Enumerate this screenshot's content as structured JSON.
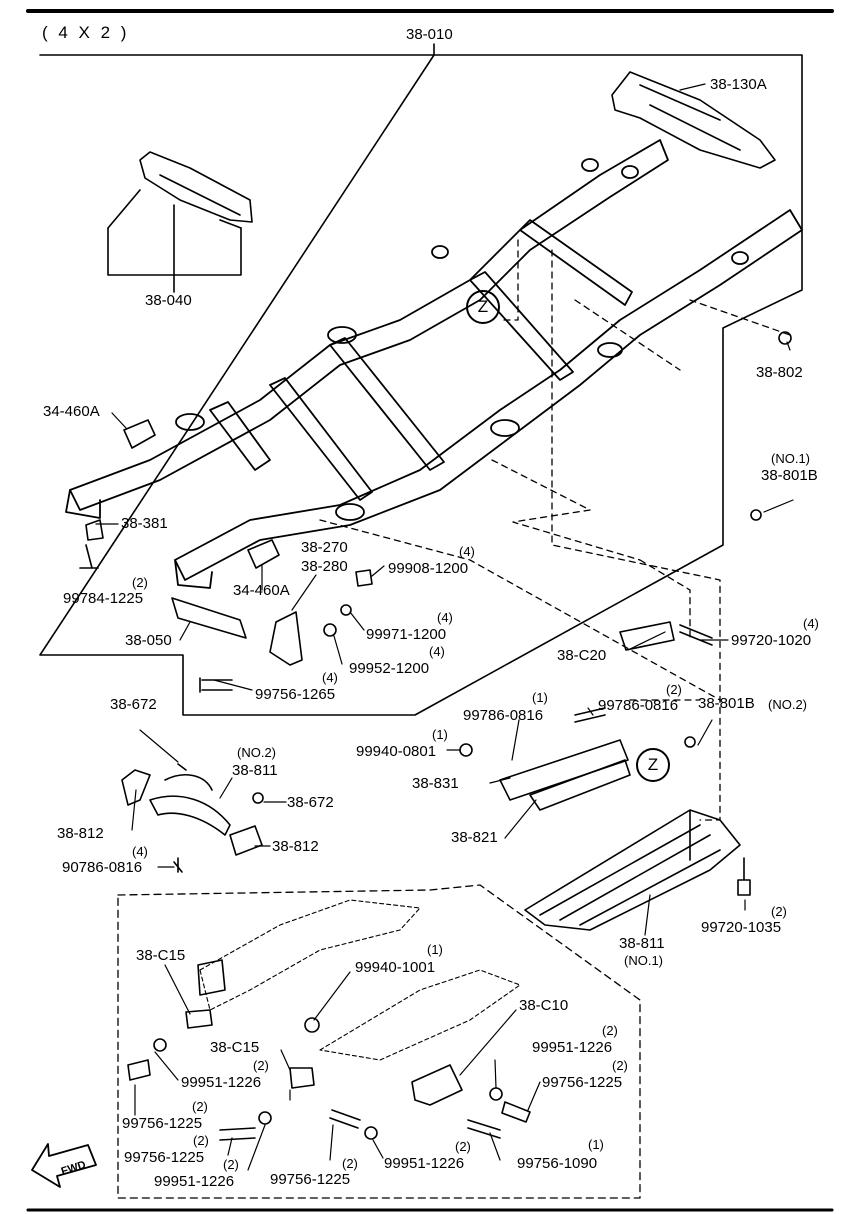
{
  "variant": "( 4 X 2 )",
  "view_marker": "Z",
  "fwd_label": "FWD",
  "labels": {
    "frame_assy": "38-010",
    "rear_crossmember": "38-130A",
    "front_crossmember": "38-040",
    "plug_802": "38-802",
    "plug_801b_no1_qty": "(NO.1)",
    "plug_801b_no1": "38-801B",
    "bushing_upper": "34-460A",
    "bracket_381": "38-381",
    "bolt_99784_qty": "(2)",
    "bolt_99784": "99784-1225",
    "bushing_lower": "34-460A",
    "part_270": "38-270",
    "part_280": "38-280",
    "nut_99908_qty": "(4)",
    "nut_99908": "99908-1200",
    "washer_99971_qty": "(4)",
    "washer_99971": "99971-1200",
    "washer_99952_qty": "(4)",
    "washer_99952": "99952-1200",
    "bolt_99756_1265_qty": "(4)",
    "bolt_99756_1265": "99756-1265",
    "bracket_050": "38-050",
    "bracket_c20": "38-C20",
    "bolt_99720_1020_qty": "(4)",
    "bolt_99720_1020": "99720-1020",
    "part_672_top": "38-672",
    "plate_811_no2_qty": "(NO.2)",
    "plate_811_no2": "38-811",
    "part_672_right": "38-672",
    "clip_812_left": "38-812",
    "clip_812_right": "38-812",
    "bolt_90786_qty": "(4)",
    "bolt_90786": "90786-0816",
    "bolt_99786_a_qty": "(1)",
    "bolt_99786_a": "99786-0816",
    "bolt_99786_b_qty": "(2)",
    "bolt_99786_b": "99786-0816",
    "plug_801b_no2": "38-801B",
    "plug_801b_no2_qty": "(NO.2)",
    "nut_99940_0801_qty": "(1)",
    "nut_99940_0801": "99940-0801",
    "bracket_831": "38-831",
    "bracket_821": "38-821",
    "bolt_99720_1035_qty": "(2)",
    "bolt_99720_1035": "99720-1035",
    "plate_811_no1": "38-811",
    "plate_811_no1_qty": "(NO.1)",
    "bracket_c15_a": "38-C15",
    "nut_99940_1001_qty": "(1)",
    "nut_99940_1001": "99940-1001",
    "bracket_c10": "38-C10",
    "bracket_c15_b": "38-C15",
    "washer_99951_a_qty": "(2)",
    "washer_99951_a": "99951-1226",
    "washer_99951_b_qty": "(2)",
    "washer_99951_b": "99951-1226",
    "bolt_99756_1225_r_qty": "(2)",
    "bolt_99756_1225_r": "99756-1225",
    "bolt_99756_1225_a_qty": "(2)",
    "bolt_99756_1225_a": "99756-1225",
    "bolt_99756_1225_b_qty": "(2)",
    "bolt_99756_1225_b": "99756-1225",
    "washer_99951_c_qty": "(2)",
    "washer_99951_c": "99951-1226",
    "bolt_99756_1225_c_qty": "(2)",
    "bolt_99756_1225_c": "99756-1225",
    "washer_99951_d_qty": "(2)",
    "washer_99951_d": "99951-1226",
    "bolt_99756_1090_qty": "(1)",
    "bolt_99756_1090": "99756-1090"
  }
}
